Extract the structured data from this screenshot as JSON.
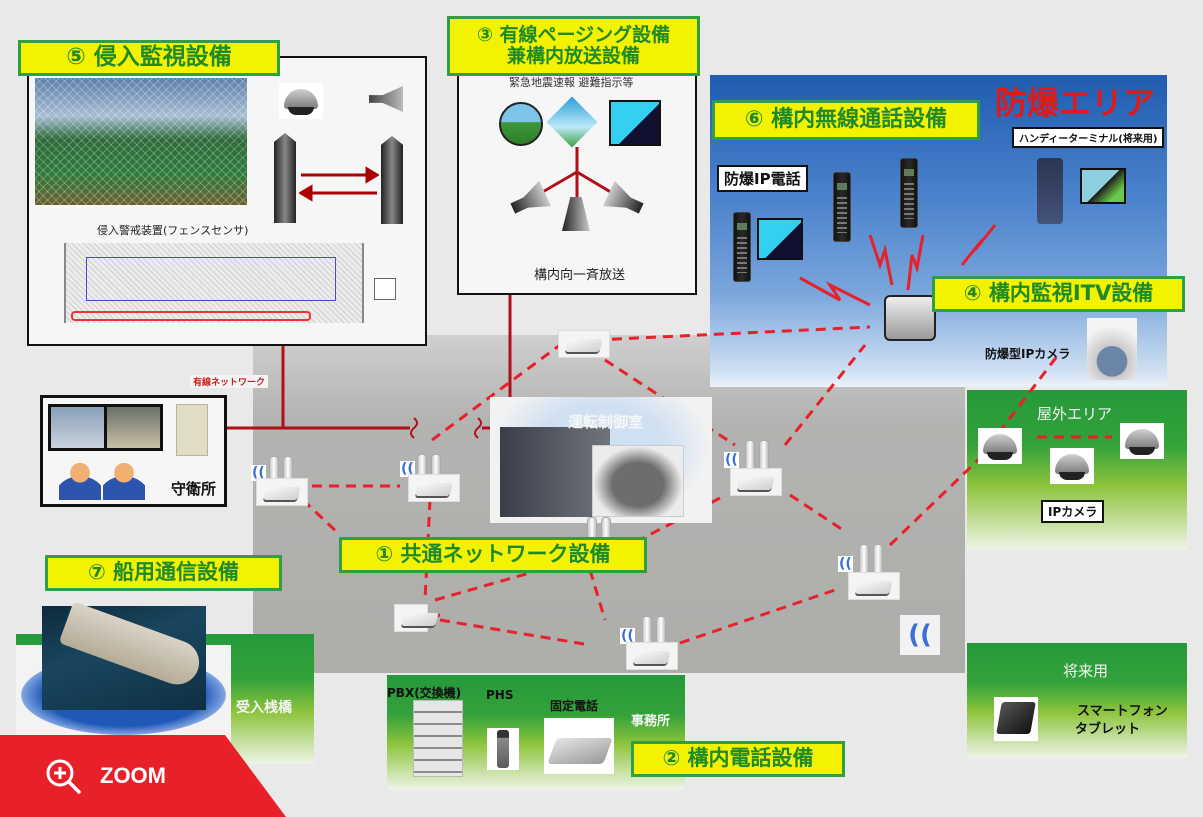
{
  "sections": {
    "s1": {
      "label": "① 共通ネットワーク設備"
    },
    "s2": {
      "label": "② 構内電話設備"
    },
    "s3": {
      "label_line1": "③ 有線ページング設備",
      "label_line2": "兼構内放送設備"
    },
    "s4": {
      "label": "④ 構内監視ITV設備"
    },
    "s5": {
      "label": "⑤ 侵入監視設備"
    },
    "s6": {
      "label": "⑥ 構内無線通話設備"
    },
    "s7": {
      "label": "⑦ 船用通信設備"
    }
  },
  "intrusion": {
    "fence_sensor_caption": "侵入警戒装置(フェンスセンサ)"
  },
  "paging": {
    "top_caption": "緊急地震速報 避難指示等",
    "bottom_caption": "構内向一斉放送"
  },
  "explosion_area": {
    "title": "防爆エリア",
    "ip_phone_tag": "防爆IP電話",
    "handy_terminal_tag": "ハンディーターミナル(将来用)",
    "ip_camera_caption": "防爆型IPカメラ"
  },
  "outdoor_area": {
    "title": "屋外エリア",
    "camera_tag": "IPカメラ"
  },
  "future_area": {
    "title": "将来用",
    "devices_line1": "スマートフォン",
    "devices_line2": "タブレット"
  },
  "guard_house": {
    "label": "守衛所",
    "wired_network_label": "有線ネットワーク"
  },
  "control_room": {
    "label": "運転制御室"
  },
  "pier": {
    "label": "受入桟橋"
  },
  "office": {
    "label": "事務所",
    "pbx_label": "PBX(交換機)",
    "phs_label": "PHS",
    "fixed_phone_label": "固定電話"
  },
  "zoom_button": {
    "label": "ZOOM"
  },
  "colors": {
    "label_fill": "#f3f200",
    "label_border": "#2ea043",
    "label_text": "#1e8a2a",
    "link_red": "#e8202a",
    "wired_red": "#b0101a",
    "explosion_text": "#e01a1a"
  }
}
